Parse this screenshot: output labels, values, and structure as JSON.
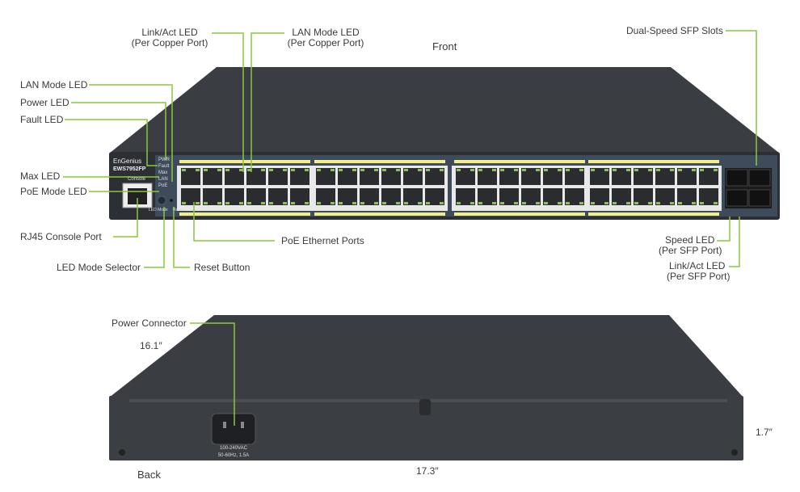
{
  "front": {
    "title": "Front",
    "brand": "EnGenius",
    "model": "EWS7952FP",
    "console_label": "Console",
    "button_labels": {
      "led_mode": "LED Mode",
      "reset": "Reset"
    },
    "led_labels": [
      "PWR",
      "Fault",
      "Max",
      "LAN",
      "PoE"
    ],
    "callouts": {
      "link_act_copper": [
        "Link/Act LED",
        "(Per Copper Port)"
      ],
      "lan_mode_copper": [
        "LAN Mode LED",
        "(Per Copper Port)"
      ],
      "dual_speed_sfp": "Dual-Speed SFP Slots",
      "lan_mode_led": "LAN Mode LED",
      "power_led": "Power LED",
      "fault_led": "Fault LED",
      "max_led": "Max LED",
      "poe_mode_led": "PoE Mode LED",
      "rj45_console": "RJ45 Console Port",
      "led_mode_selector": "LED Mode Selector",
      "reset_button": "Reset Button",
      "poe_ports": "PoE Ethernet Ports",
      "speed_led_sfp": [
        "Speed LED",
        "(Per SFP Port)"
      ],
      "link_act_sfp": [
        "Link/Act LED",
        "(Per SFP Port)"
      ]
    },
    "port_count": 48,
    "sfp_count": 4
  },
  "back": {
    "title": "Back",
    "power_connector": "Power Connector",
    "power_rating": [
      "100-240VAC",
      "50-60Hz, 1.5A"
    ],
    "dimensions": {
      "depth": "16.1″",
      "width": "17.3″",
      "height": "1.7″"
    }
  },
  "colors": {
    "leader": "#8cc63f",
    "chassis": "#2c2f34",
    "panel": "#3d4b5b",
    "port_label": "#f2ee8a"
  }
}
